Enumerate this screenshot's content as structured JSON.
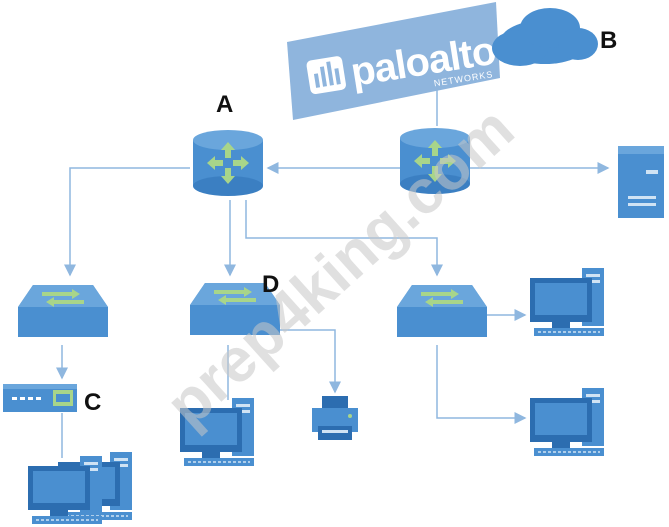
{
  "labels": {
    "router_a": "A",
    "cloud_b": "B",
    "device_c": "C",
    "switch_d": "D"
  },
  "logo": {
    "brand": "paloalto",
    "sub": "NETWORKS"
  },
  "watermark": "prep4king.com",
  "colors": {
    "device_blue": "#4a8fd0",
    "device_dark": "#2c6db0",
    "arrow_green": "#a8d58a",
    "link_line": "#8fb7df",
    "logo_bg": "#8fb5dd",
    "cloud": "#4a8fd0"
  }
}
